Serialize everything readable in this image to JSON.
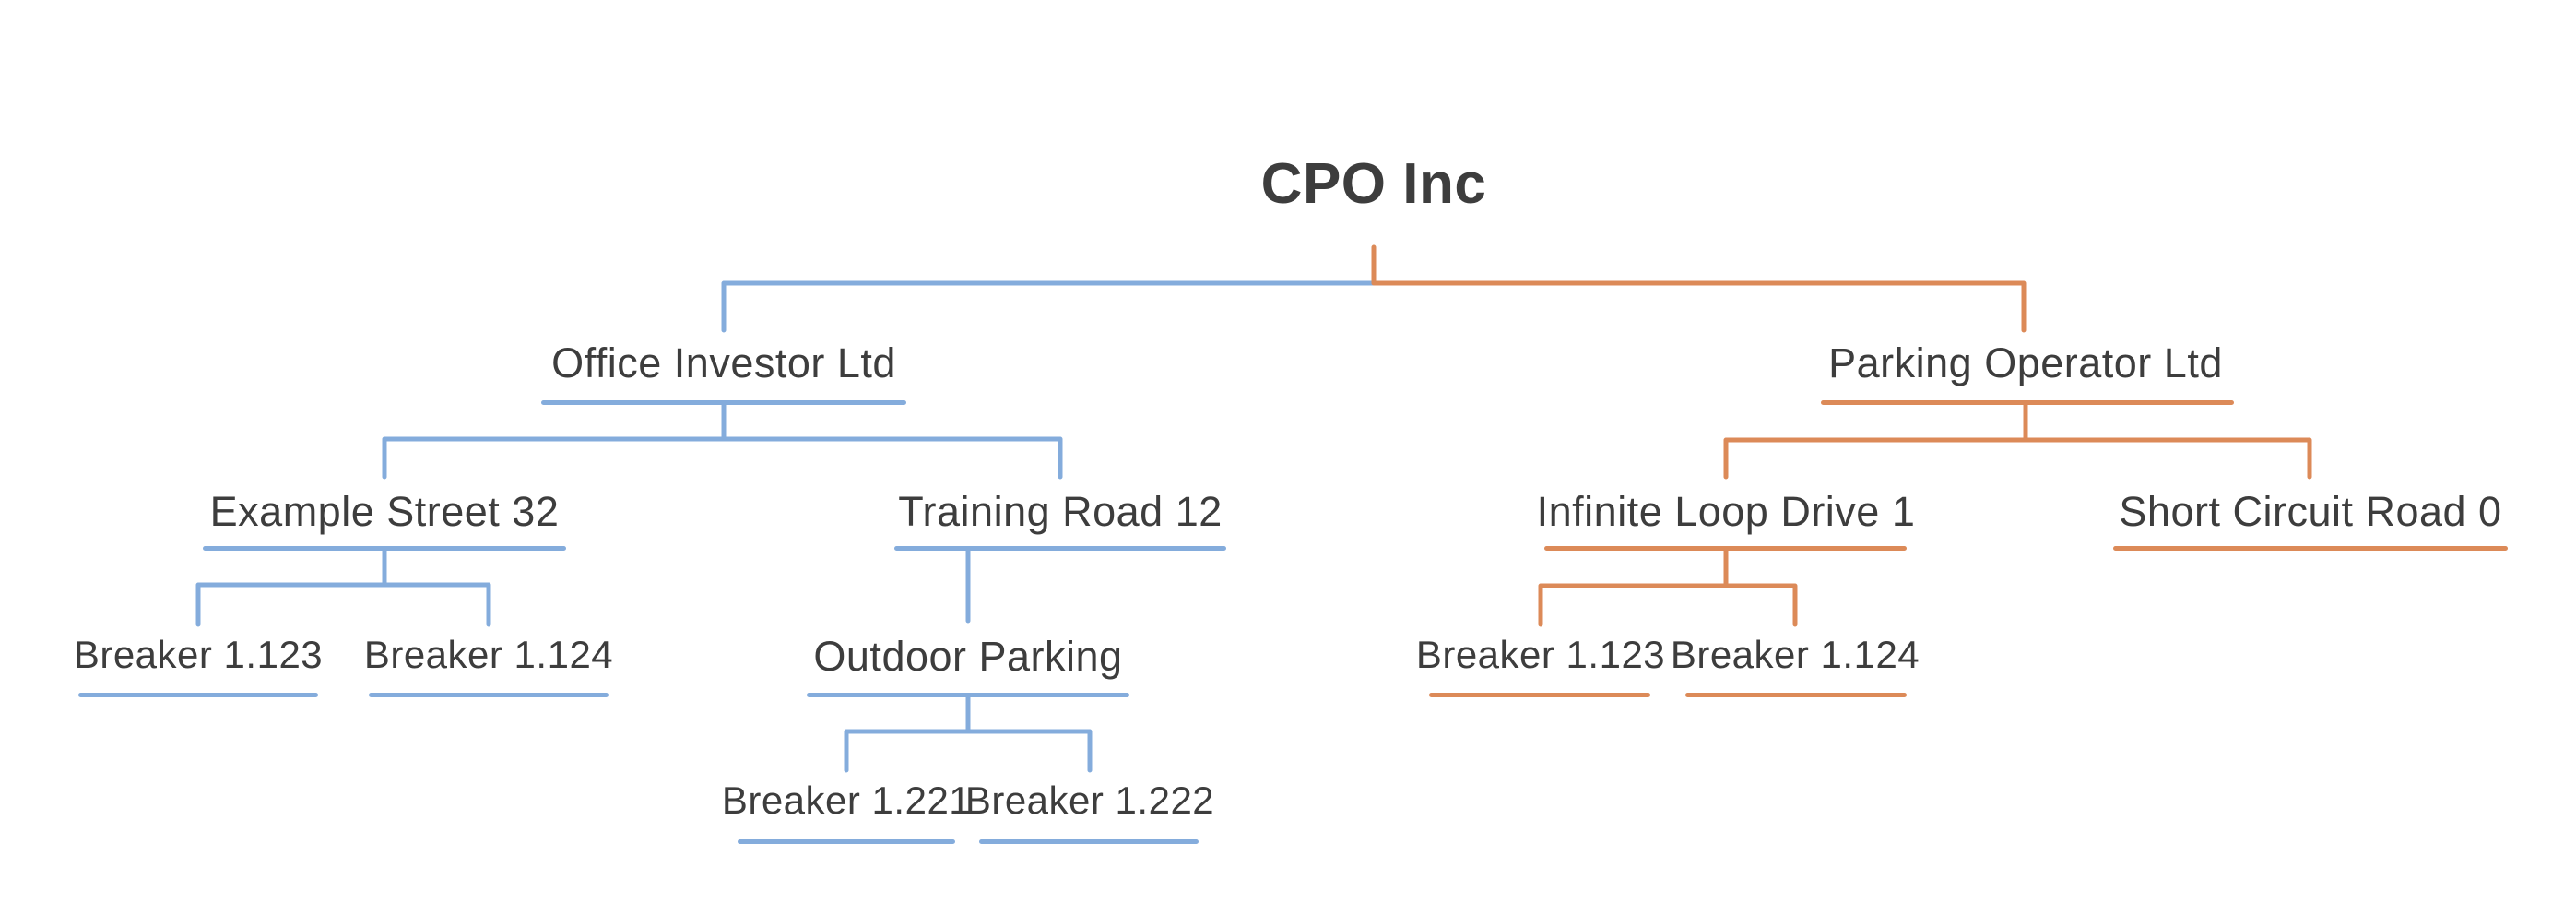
{
  "colors": {
    "blue": "#84ACDC",
    "orange": "#DC8A58",
    "text": "#3D3D3D",
    "background": "#FFFFFF"
  },
  "tree": {
    "root": {
      "label": "CPO Inc",
      "children": [
        {
          "label": "Office Investor Ltd",
          "color": "blue",
          "children": [
            {
              "label": "Example Street 32",
              "children": [
                {
                  "label": "Breaker 1.123"
                },
                {
                  "label": "Breaker 1.124"
                }
              ]
            },
            {
              "label": "Training Road 12",
              "children": [
                {
                  "label": "Outdoor Parking",
                  "children": [
                    {
                      "label": "Breaker 1.221"
                    },
                    {
                      "label": "Breaker 1.222"
                    }
                  ]
                }
              ]
            }
          ]
        },
        {
          "label": "Parking Operator Ltd",
          "color": "orange",
          "children": [
            {
              "label": "Infinite Loop Drive 1",
              "children": [
                {
                  "label": "Breaker 1.123"
                },
                {
                  "label": "Breaker 1.124"
                }
              ]
            },
            {
              "label": "Short Circuit Road 0"
            }
          ]
        }
      ]
    }
  }
}
